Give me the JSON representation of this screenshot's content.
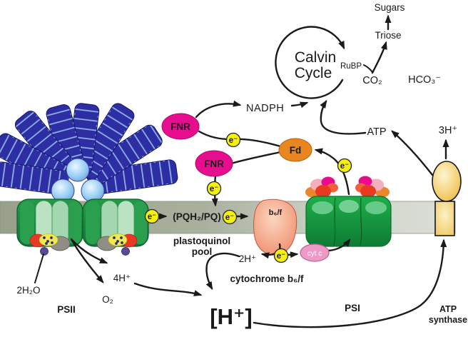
{
  "labels": {
    "sugars": "Sugars",
    "triose": "Triose",
    "calvin_line1": "Calvin",
    "calvin_line2": "Cycle",
    "rubp": "RuBP",
    "co2": "CO₂",
    "hco3": "HCO₃⁻",
    "nadph": "NADPH",
    "atp": "ATP",
    "three_h": "3H⁺",
    "fnr": "FNR",
    "fd": "Fd",
    "electron": "e⁻",
    "pq_pool": "(PQH₂/PQ)",
    "plastoquinol": "plastoquinol",
    "pool": "pool",
    "b6f": "b₆/f",
    "two_h": "2H⁺",
    "cyt_b6f": "cytochrome b₆/f",
    "cyt_c": "cyt c",
    "h_gradient": "[H⁺]",
    "psii": "PSII",
    "psi": "PSI",
    "atp_synthase_line1": "ATP",
    "atp_synthase_line2": "synthase",
    "water": "2H₂O",
    "four_h": "4H⁺",
    "o2": "O₂"
  },
  "colors": {
    "membrane_left": "#9aa28e",
    "membrane_right": "#dcdfd8",
    "psii_green": "#1d9044",
    "psii_light": "#bce2c4",
    "psi_green": "#1fae4b",
    "fnr_magenta": "#e60e8e",
    "fd_orange": "#e9861f",
    "electron_yellow": "#f7ef0c",
    "cytc_pink": "#ee9ac6",
    "b6f_salmon": "#ee8765",
    "synthase_gold": "#f3cd6b",
    "rod_blue": "#2d2da4",
    "core_blue": "#9cd0f4",
    "arrow_black": "#1a1a1a"
  }
}
